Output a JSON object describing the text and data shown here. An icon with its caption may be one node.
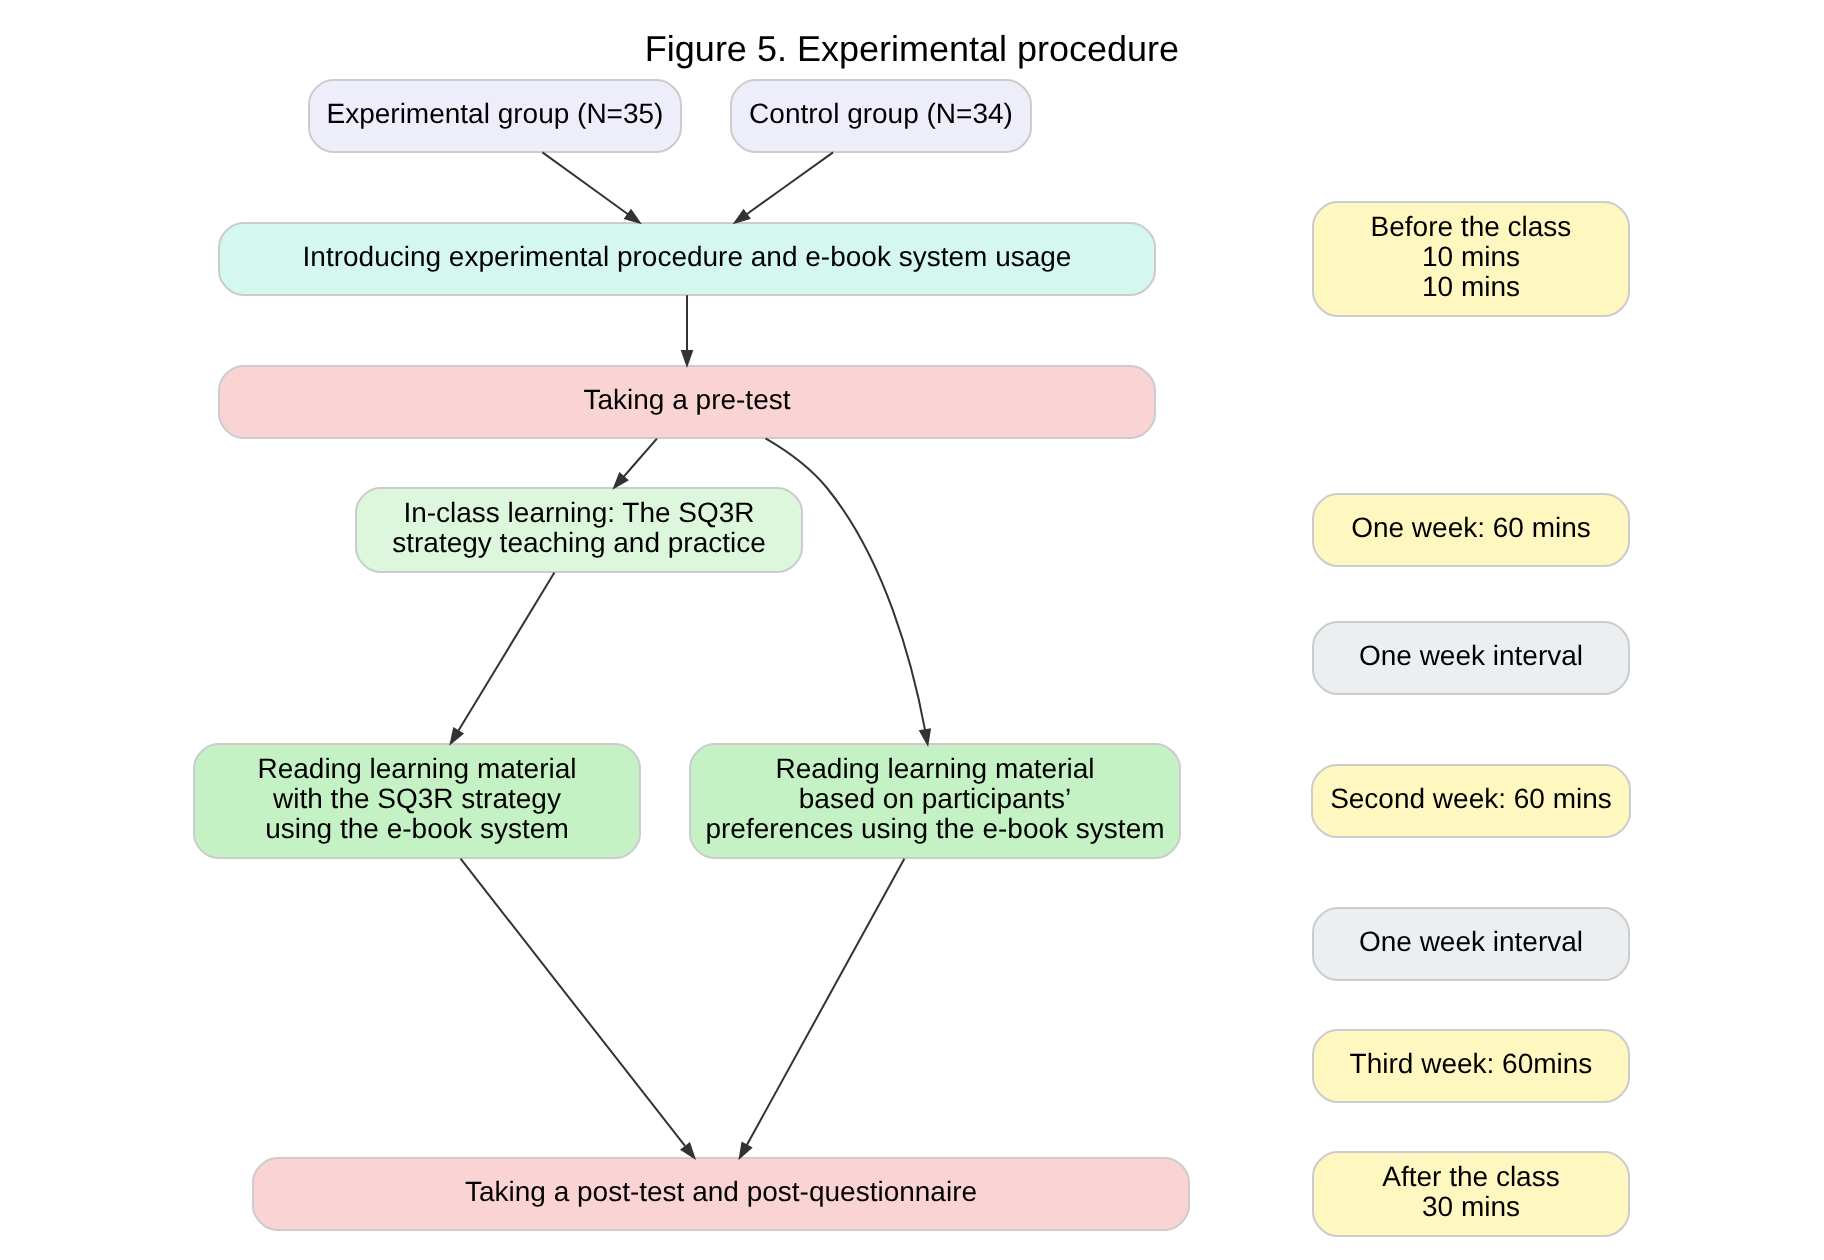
{
  "diagram": {
    "title": "Figure 5. Experimental procedure",
    "nodes": [
      {
        "text": [
          "Experimental group (N=35)"
        ]
      },
      {
        "text": [
          "Control group (N=34)"
        ]
      },
      {
        "text": [
          "Before the class 10 mins 10 mins"
        ]
      },
      {
        "text": [
          "Introducing experimental procedure and e-book system usage"
        ]
      },
      {
        "text": [
          "Taking a pre-test"
        ]
      },
      {
        "text": [
          "One week: 60 mins"
        ]
      },
      {
        "text": [
          "One week interval"
        ]
      },
      {
        "text": [
          "In-class learning: The SQ3R strategy teaching and practice"
        ]
      },
      {
        "text": [
          "Second week: 60 mins"
        ]
      },
      {
        "text": [
          "One week interval"
        ]
      },
      {
        "text": [
          "Third week: 60mins"
        ]
      },
      {
        "text": [
          "Reading learning material with the SQ3R strategy using the e-book system"
        ]
      },
      {
        "text": [
          "Reading learning material based on participants’ preferences using the e-book system"
        ]
      },
      {
        "text": [
          "After the class 30 mins"
        ]
      },
      {
        "text": [
          "Taking a post-test and post-questionnaire"
        ]
      }
    ],
    "edges": [
      {
        "from": 0,
        "to": 3,
        "arrow": "to"
      },
      {
        "from": 1,
        "to": 3,
        "arrow": "to"
      },
      {
        "from": 3,
        "to": 4,
        "arrow": "to"
      },
      {
        "from": 4,
        "to": 7,
        "arrow": "to"
      },
      {
        "from": 4,
        "to": 12,
        "arrow": "to"
      },
      {
        "from": 7,
        "to": 11,
        "arrow": "to"
      },
      {
        "from": 11,
        "to": 14,
        "arrow": "to"
      },
      {
        "from": 12,
        "to": 14,
        "arrow": "to"
      }
    ]
  }
}
